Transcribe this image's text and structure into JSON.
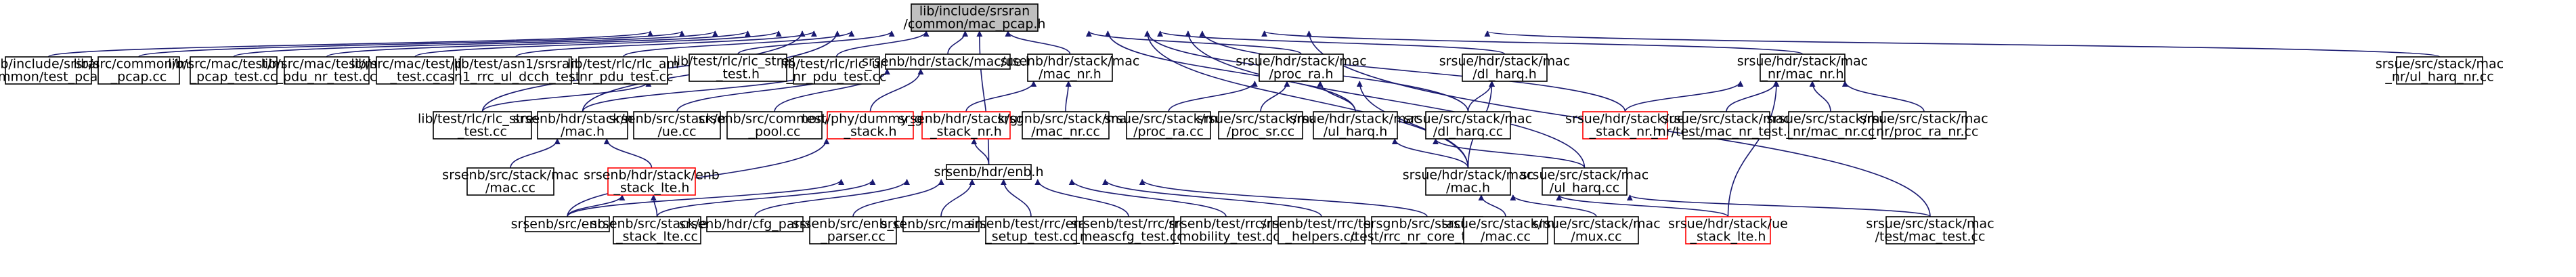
{
  "colors": {
    "edge": "#191970",
    "node_border": "#000000",
    "node_border_missing": "#ff0000",
    "root_fill": "#bfbfbf",
    "node_fill": "#ffffff"
  },
  "nodes": [
    {
      "id": "n0",
      "lines": [
        "lib/include/srsran",
        "/common/mac_pcap.h"
      ],
      "kind": "root",
      "interactable": false
    },
    {
      "id": "n1",
      "lines": [
        "lib/include/srsran",
        "/common/test_pcap.h"
      ],
      "kind": "normal"
    },
    {
      "id": "n2",
      "lines": [
        "lib/src/common/mac",
        "_pcap.cc"
      ],
      "kind": "normal"
    },
    {
      "id": "n3",
      "lines": [
        "lib/src/mac/test/mac",
        "_pcap_test.cc"
      ],
      "kind": "normal"
    },
    {
      "id": "n4",
      "lines": [
        "lib/src/mac/test/mac",
        "_pdu_nr_test.cc"
      ],
      "kind": "normal"
    },
    {
      "id": "n5",
      "lines": [
        "lib/src/mac/test/pdu",
        "_test.cc"
      ],
      "kind": "normal"
    },
    {
      "id": "n6",
      "lines": [
        "lib/test/asn1/srsran",
        "_asn1_rrc_ul_dcch_test.cc"
      ],
      "kind": "normal"
    },
    {
      "id": "n7",
      "lines": [
        "lib/test/rlc/rlc_am",
        "_nr_pdu_test.cc"
      ],
      "kind": "normal"
    },
    {
      "id": "n8",
      "lines": [
        "lib/test/rlc/rlc_stress",
        "_test.h"
      ],
      "kind": "normal"
    },
    {
      "id": "n9",
      "lines": [
        "lib/test/rlc/rlc_um",
        "_nr_pdu_test.cc"
      ],
      "kind": "normal"
    },
    {
      "id": "n10",
      "lines": [
        "srsenb/hdr/stack/mac/ue.h"
      ],
      "kind": "normal"
    },
    {
      "id": "n11",
      "lines": [
        "srsenb/hdr/stack/mac",
        "/mac_nr.h"
      ],
      "kind": "normal"
    },
    {
      "id": "n12",
      "lines": [
        "srsue/hdr/stack/mac",
        "/proc_ra.h"
      ],
      "kind": "normal"
    },
    {
      "id": "n13",
      "lines": [
        "srsue/hdr/stack/mac",
        "/dl_harq.h"
      ],
      "kind": "normal"
    },
    {
      "id": "n14",
      "lines": [
        "srsue/hdr/stack/mac",
        "_nr/mac_nr.h"
      ],
      "kind": "normal"
    },
    {
      "id": "n15",
      "lines": [
        "srsue/src/stack/mac",
        "_nr/ul_harq_nr.cc"
      ],
      "kind": "normal"
    },
    {
      "id": "n16",
      "lines": [
        "lib/test/rlc/rlc_stress",
        "_test.cc"
      ],
      "kind": "normal"
    },
    {
      "id": "n17",
      "lines": [
        "srsenb/hdr/stack/mac",
        "/mac.h"
      ],
      "kind": "normal"
    },
    {
      "id": "n18",
      "lines": [
        "srsenb/src/stack/mac",
        "/ue.cc"
      ],
      "kind": "normal"
    },
    {
      "id": "n19",
      "lines": [
        "srsenb/src/common/rnti",
        "_pool.cc"
      ],
      "kind": "normal"
    },
    {
      "id": "n20",
      "lines": [
        "test/phy/dummy_gnb",
        "_stack.h"
      ],
      "kind": "missing"
    },
    {
      "id": "n21",
      "lines": [
        "srsenb/hdr/stack/gnb",
        "_stack_nr.h"
      ],
      "kind": "missing"
    },
    {
      "id": "n22",
      "lines": [
        "srsgnb/src/stack/mac",
        "/mac_nr.cc"
      ],
      "kind": "normal"
    },
    {
      "id": "n23",
      "lines": [
        "srsue/src/stack/mac",
        "/proc_ra.cc"
      ],
      "kind": "normal"
    },
    {
      "id": "n24",
      "lines": [
        "srsue/src/stack/mac",
        "/proc_sr.cc"
      ],
      "kind": "normal"
    },
    {
      "id": "n25",
      "lines": [
        "srsue/hdr/stack/mac",
        "/ul_harq.h"
      ],
      "kind": "normal"
    },
    {
      "id": "n26",
      "lines": [
        "srsue/src/stack/mac",
        "/dl_harq.cc"
      ],
      "kind": "normal"
    },
    {
      "id": "n27",
      "lines": [
        "srsue/hdr/stack/ue",
        "_stack_nr.h"
      ],
      "kind": "missing"
    },
    {
      "id": "n28",
      "lines": [
        "srsue/src/stack/mac",
        "_nr/test/mac_nr_test.cc"
      ],
      "kind": "normal"
    },
    {
      "id": "n29",
      "lines": [
        "srsue/src/stack/mac",
        "_nr/mac_nr.cc"
      ],
      "kind": "normal"
    },
    {
      "id": "n30",
      "lines": [
        "srsue/src/stack/mac",
        "_nr/proc_ra_nr.cc"
      ],
      "kind": "normal"
    },
    {
      "id": "n31",
      "lines": [
        "srsenb/src/stack/mac",
        "/mac.cc"
      ],
      "kind": "normal"
    },
    {
      "id": "n32",
      "lines": [
        "srsenb/hdr/stack/enb",
        "_stack_lte.h"
      ],
      "kind": "missing"
    },
    {
      "id": "n33",
      "lines": [
        "srsue/hdr/stack/mac",
        "/mac.h"
      ],
      "kind": "normal"
    },
    {
      "id": "n34",
      "lines": [
        "srsue/src/stack/mac",
        "/ul_harq.cc"
      ],
      "kind": "normal"
    },
    {
      "id": "n35",
      "lines": [
        "srsenb/hdr/enb.h"
      ],
      "kind": "normal"
    },
    {
      "id": "n36",
      "lines": [
        "srsenb/src/enb.cc"
      ],
      "kind": "normal"
    },
    {
      "id": "n37",
      "lines": [
        "srsenb/src/stack/enb",
        "_stack_lte.cc"
      ],
      "kind": "normal"
    },
    {
      "id": "n38",
      "lines": [
        "srsenb/hdr/cfg_parser.h"
      ],
      "kind": "normal"
    },
    {
      "id": "n39",
      "lines": [
        "srsenb/src/enb_cfg",
        "_parser.cc"
      ],
      "kind": "normal"
    },
    {
      "id": "n40",
      "lines": [
        "srsenb/src/main.cc"
      ],
      "kind": "normal"
    },
    {
      "id": "n41",
      "lines": [
        "srsenb/test/rrc/erab",
        "_setup_test.cc"
      ],
      "kind": "normal"
    },
    {
      "id": "n42",
      "lines": [
        "srsenb/test/rrc/rrc",
        "_meascfg_test.cc"
      ],
      "kind": "normal"
    },
    {
      "id": "n43",
      "lines": [
        "srsenb/test/rrc/rrc",
        "_mobility_test.cc"
      ],
      "kind": "normal"
    },
    {
      "id": "n44",
      "lines": [
        "srsenb/test/rrc/test",
        "_helpers.cc"
      ],
      "kind": "normal"
    },
    {
      "id": "n45",
      "lines": [
        "srsgnb/src/stack/rrc",
        "/test/rrc_nr_core_test.cc"
      ],
      "kind": "normal"
    },
    {
      "id": "n46",
      "lines": [
        "srsue/src/stack/mac",
        "/mac.cc"
      ],
      "kind": "normal"
    },
    {
      "id": "n47",
      "lines": [
        "srsue/src/stack/mac",
        "/mux.cc"
      ],
      "kind": "normal"
    },
    {
      "id": "n48",
      "lines": [
        "srsue/hdr/stack/ue",
        "_stack_lte.h"
      ],
      "kind": "missing"
    },
    {
      "id": "n49",
      "lines": [
        "srsue/src/stack/mac",
        "/test/mac_test.cc"
      ],
      "kind": "normal"
    }
  ],
  "edges": [
    [
      "n0",
      "n1"
    ],
    [
      "n0",
      "n2"
    ],
    [
      "n0",
      "n3"
    ],
    [
      "n0",
      "n4"
    ],
    [
      "n0",
      "n5"
    ],
    [
      "n0",
      "n6"
    ],
    [
      "n0",
      "n7"
    ],
    [
      "n0",
      "n8"
    ],
    [
      "n0",
      "n9"
    ],
    [
      "n0",
      "n10"
    ],
    [
      "n0",
      "n11"
    ],
    [
      "n0",
      "n12"
    ],
    [
      "n0",
      "n13"
    ],
    [
      "n0",
      "n14"
    ],
    [
      "n0",
      "n15"
    ],
    [
      "n0",
      "n16"
    ],
    [
      "n0",
      "n17"
    ],
    [
      "n0",
      "n25"
    ],
    [
      "n0",
      "n26"
    ],
    [
      "n0",
      "n27"
    ],
    [
      "n0",
      "n33"
    ],
    [
      "n0",
      "n34"
    ],
    [
      "n0",
      "n35"
    ],
    [
      "n0",
      "n49"
    ],
    [
      "n8",
      "n16"
    ],
    [
      "n10",
      "n17"
    ],
    [
      "n10",
      "n18"
    ],
    [
      "n10",
      "n19"
    ],
    [
      "n10",
      "n20"
    ],
    [
      "n11",
      "n21"
    ],
    [
      "n11",
      "n22"
    ],
    [
      "n12",
      "n23"
    ],
    [
      "n12",
      "n24"
    ],
    [
      "n12",
      "n25"
    ],
    [
      "n12",
      "n33"
    ],
    [
      "n13",
      "n26"
    ],
    [
      "n13",
      "n33"
    ],
    [
      "n14",
      "n27"
    ],
    [
      "n14",
      "n28"
    ],
    [
      "n14",
      "n29"
    ],
    [
      "n14",
      "n30"
    ],
    [
      "n14",
      "n48"
    ],
    [
      "n17",
      "n31"
    ],
    [
      "n17",
      "n32"
    ],
    [
      "n21",
      "n35"
    ],
    [
      "n21",
      "n36"
    ],
    [
      "n25",
      "n33"
    ],
    [
      "n25",
      "n34"
    ],
    [
      "n32",
      "n36"
    ],
    [
      "n32",
      "n37"
    ],
    [
      "n33",
      "n46"
    ],
    [
      "n33",
      "n47"
    ],
    [
      "n33",
      "n48"
    ],
    [
      "n33",
      "n49"
    ],
    [
      "n35",
      "n36"
    ],
    [
      "n35",
      "n37"
    ],
    [
      "n35",
      "n38"
    ],
    [
      "n35",
      "n39"
    ],
    [
      "n35",
      "n40"
    ],
    [
      "n35",
      "n41"
    ],
    [
      "n35",
      "n42"
    ],
    [
      "n35",
      "n43"
    ],
    [
      "n35",
      "n44"
    ],
    [
      "n35",
      "n45"
    ]
  ]
}
